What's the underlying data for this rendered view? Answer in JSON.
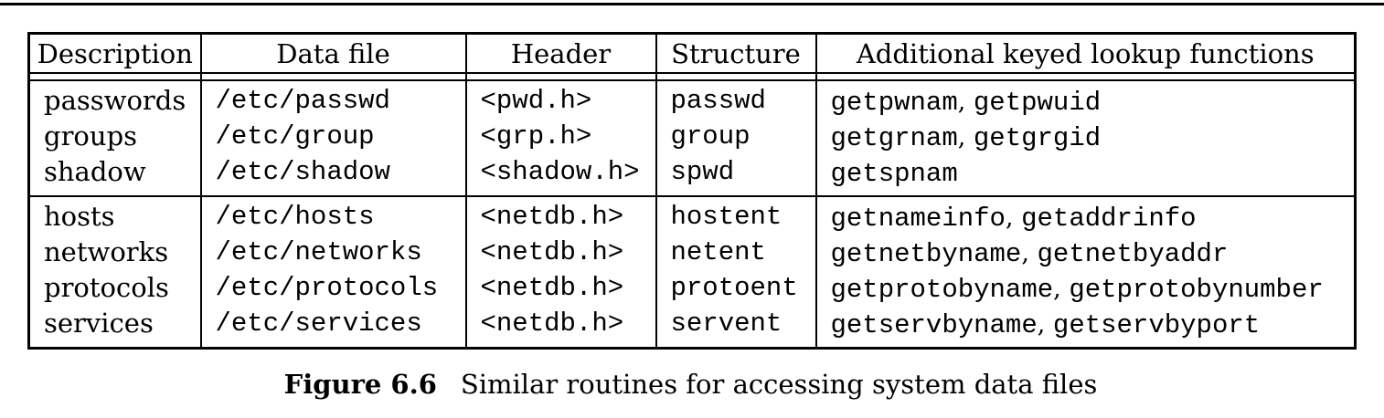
{
  "figure": {
    "caption_label": "Figure 6.6",
    "caption_text": "Similar routines for accessing system data files"
  },
  "table": {
    "columns": [
      "Description",
      "Data file",
      "Header",
      "Structure",
      "Additional keyed lookup functions"
    ],
    "groups": [
      {
        "rows": [
          {
            "description": "passwords",
            "data_file": "/etc/passwd",
            "header": "<pwd.h>",
            "structure": "passwd",
            "functions": [
              "getpwnam",
              "getpwuid"
            ]
          },
          {
            "description": "groups",
            "data_file": "/etc/group",
            "header": "<grp.h>",
            "structure": "group",
            "functions": [
              "getgrnam",
              "getgrgid"
            ]
          },
          {
            "description": "shadow",
            "data_file": "/etc/shadow",
            "header": "<shadow.h>",
            "structure": "spwd",
            "functions": [
              "getspnam"
            ]
          }
        ]
      },
      {
        "rows": [
          {
            "description": "hosts",
            "data_file": "/etc/hosts",
            "header": "<netdb.h>",
            "structure": "hostent",
            "functions": [
              "getnameinfo",
              "getaddrinfo"
            ]
          },
          {
            "description": "networks",
            "data_file": "/etc/networks",
            "header": "<netdb.h>",
            "structure": "netent",
            "functions": [
              "getnetbyname",
              "getnetbyaddr"
            ]
          },
          {
            "description": "protocols",
            "data_file": "/etc/protocols",
            "header": "<netdb.h>",
            "structure": "protoent",
            "functions": [
              "getprotobyname",
              "getprotobynumber"
            ]
          },
          {
            "description": "services",
            "data_file": "/etc/services",
            "header": "<netdb.h>",
            "structure": "servent",
            "functions": [
              "getservbyname",
              "getservbyport"
            ]
          }
        ]
      }
    ]
  },
  "colors": {
    "ink": "#000000",
    "paper": "#ffffff"
  }
}
